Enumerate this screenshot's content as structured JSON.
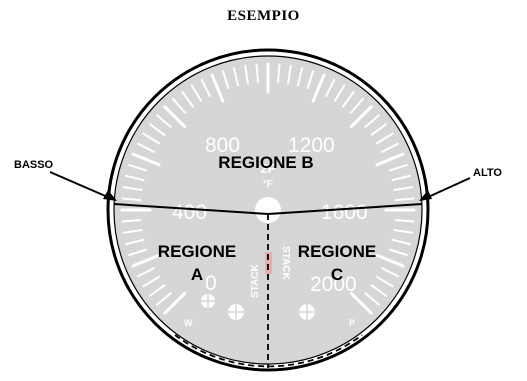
{
  "title": "ESEMPIO",
  "labels": {
    "low": "BASSO",
    "high": "ALTO"
  },
  "regions": {
    "b": "REGIONE B",
    "a_line1": "REGIONE",
    "a_line2": "A",
    "c_line1": "REGIONE",
    "c_line2": "C"
  },
  "scale": {
    "t800": "800",
    "t1200": "1200",
    "t400": "400",
    "t1600": "1600",
    "t0": "0",
    "t2000": "2000"
  },
  "dial": {
    "unit_top": "2F",
    "unit": "°F",
    "stack_left": "STACK",
    "stack_right": "STACK",
    "corner_w": "W",
    "corner_p": "P"
  },
  "colors": {
    "dial_face": "#d6d6d6",
    "ticks": "#ffffff",
    "outline": "#000000"
  }
}
